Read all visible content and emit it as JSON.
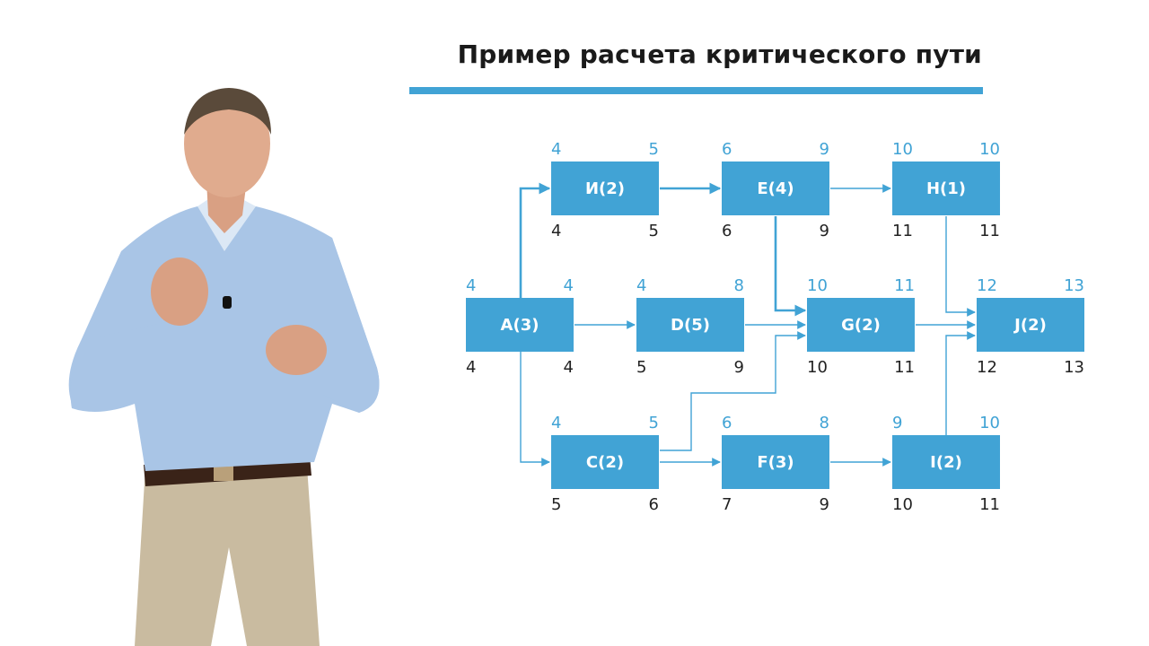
{
  "slide": {
    "title": "Пример расчета критического пути",
    "accent_color": "#41a3d5"
  },
  "presenter": {
    "shirt_color": "#a9c5e6",
    "trousers_color": "#c9bba0",
    "belt_color": "#3a2318",
    "hair_color": "#5a4a3a"
  },
  "diagram": {
    "nodes": [
      {
        "id": "И",
        "label": "И(2)",
        "es": "4",
        "ef": "5",
        "ls": "4",
        "lf": "5"
      },
      {
        "id": "E",
        "label": "E(4)",
        "es": "6",
        "ef": "9",
        "ls": "6",
        "lf": "9"
      },
      {
        "id": "H",
        "label": "H(1)",
        "es": "10",
        "ef": "10",
        "ls": "11",
        "lf": "11"
      },
      {
        "id": "A",
        "label": "A(3)",
        "es": "4",
        "ef": "4",
        "ls": "4",
        "lf": "4"
      },
      {
        "id": "D",
        "label": "D(5)",
        "es": "4",
        "ef": "8",
        "ls": "5",
        "lf": "9"
      },
      {
        "id": "G",
        "label": "G(2)",
        "es": "10",
        "ef": "11",
        "ls": "10",
        "lf": "11"
      },
      {
        "id": "J",
        "label": "J(2)",
        "es": "12",
        "ef": "13",
        "ls": "12",
        "lf": "13"
      },
      {
        "id": "C",
        "label": "C(2)",
        "es": "4",
        "ef": "5",
        "ls": "5",
        "lf": "6"
      },
      {
        "id": "F",
        "label": "F(3)",
        "es": "6",
        "ef": "8",
        "ls": "7",
        "lf": "9"
      },
      {
        "id": "I",
        "label": "I(2)",
        "es": "9",
        "ef": "10",
        "ls": "10",
        "lf": "11"
      }
    ],
    "edges": [
      {
        "from": "A",
        "to": "И",
        "critical": true
      },
      {
        "from": "A",
        "to": "D",
        "critical": false
      },
      {
        "from": "A",
        "to": "C",
        "critical": false
      },
      {
        "from": "И",
        "to": "E",
        "critical": true
      },
      {
        "from": "E",
        "to": "H",
        "critical": false
      },
      {
        "from": "E",
        "to": "G",
        "critical": true
      },
      {
        "from": "D",
        "to": "G",
        "critical": false
      },
      {
        "from": "C",
        "to": "G",
        "critical": false
      },
      {
        "from": "C",
        "to": "F",
        "critical": false
      },
      {
        "from": "F",
        "to": "I",
        "critical": false
      },
      {
        "from": "H",
        "to": "J",
        "critical": false
      },
      {
        "from": "G",
        "to": "J",
        "critical": false
      },
      {
        "from": "I",
        "to": "J",
        "critical": false
      }
    ]
  }
}
